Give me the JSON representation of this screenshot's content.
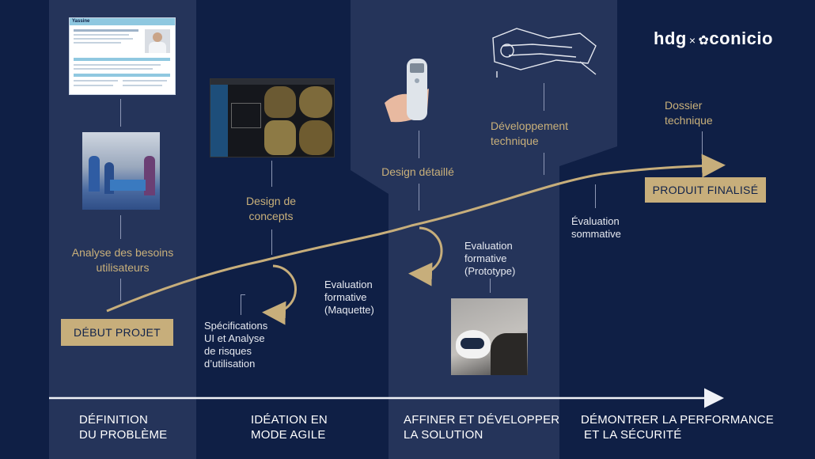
{
  "logo": {
    "left": "hdg",
    "times": "×",
    "right": "conicio"
  },
  "milestones": {
    "start": "DÉBUT PROJET",
    "end": "PRODUIT FINALISÉ"
  },
  "steps": {
    "besoins": [
      "Analyse des besoins",
      "utilisateurs"
    ],
    "concepts": [
      "Design de",
      "concepts"
    ],
    "detaille": [
      "Design détaillé"
    ],
    "dev_tech": [
      "Développement",
      "technique"
    ],
    "dossier": [
      "Dossier",
      "technique"
    ]
  },
  "notes": {
    "eval_maquette": [
      "Evaluation",
      "formative",
      "(Maquette)"
    ],
    "eval_proto": [
      "Evaluation",
      "formative",
      "(Prototype)"
    ],
    "specs": [
      "Spécifications",
      "UI et Analyse",
      "de risques",
      "d’utilisation"
    ],
    "eval_sommative": [
      "Évaluation",
      "sommative"
    ]
  },
  "phases": [
    [
      "DÉFINITION",
      "DU PROBLÈME"
    ],
    [
      "IDÉATION EN",
      "MODE AGILE"
    ],
    [
      "AFFINER ET DÉVELOPPER",
      "LA SOLUTION"
    ],
    [
      "DÉMONTRER LA PERFORMANCE",
      "ET LA SÉCURITÉ"
    ]
  ],
  "thumb_persona": {
    "name": "Yassine"
  },
  "colors": {
    "bg": "#0f1f45",
    "band": "#263559",
    "gold": "#c7ae7b",
    "line": "#f0f2f7"
  }
}
